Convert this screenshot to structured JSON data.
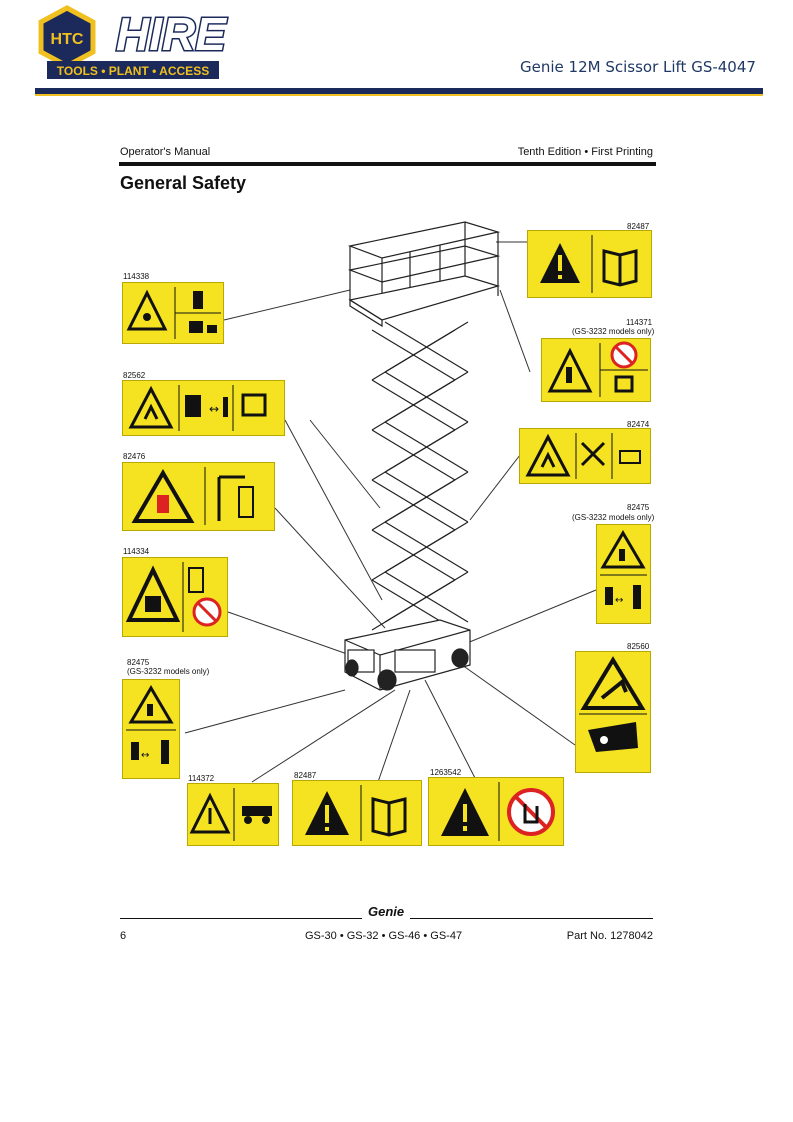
{
  "header": {
    "logo_mark": "HTC",
    "logo_word": "HIRE",
    "logo_tagline": "TOOLS • PLANT • ACCESS",
    "document_title": "Genie 12M Scissor Lift GS-4047"
  },
  "manual": {
    "name": "Operator's Manual",
    "edition": "Tenth Edition • First Printing",
    "section_title": "General Safety"
  },
  "decals": [
    {
      "id": "d82487_top",
      "number": "82487",
      "note": ""
    },
    {
      "id": "d114338",
      "number": "114338",
      "note": ""
    },
    {
      "id": "d114371",
      "number": "114371",
      "note": "(GS-3232 models only)"
    },
    {
      "id": "d82562",
      "number": "82562",
      "note": ""
    },
    {
      "id": "d82474",
      "number": "82474",
      "note": ""
    },
    {
      "id": "d82476",
      "number": "82476",
      "note": ""
    },
    {
      "id": "d82475_right",
      "number": "82475",
      "note": "(GS-3232 models only)"
    },
    {
      "id": "d114334",
      "number": "114334",
      "note": ""
    },
    {
      "id": "d82560",
      "number": "82560",
      "note": ""
    },
    {
      "id": "d82475_left",
      "number": "82475",
      "note": "(GS-3232 models only)"
    },
    {
      "id": "d114372",
      "number": "114372",
      "note": ""
    },
    {
      "id": "d82487_bottom",
      "number": "82487",
      "note": ""
    },
    {
      "id": "d1263542",
      "number": "1263542",
      "note": ""
    }
  ],
  "footer": {
    "brand": "Genie",
    "page_number": "6",
    "models": "GS-30 • GS-32 • GS-46 • GS-47",
    "part_number": "Part No. 1278042"
  },
  "colors": {
    "decal_yellow": "#f5e322",
    "brand_navy": "#1b2a5a",
    "brand_gold": "#f0c020"
  }
}
